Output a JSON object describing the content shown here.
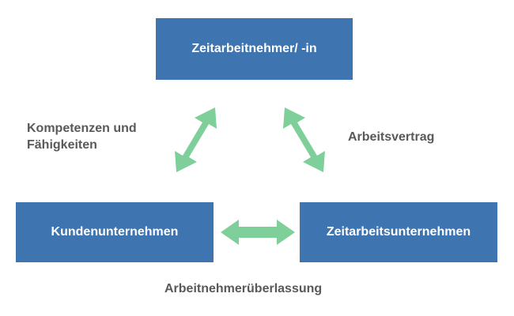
{
  "nodes": {
    "top": "Zeitarbeitnehmer/ -in",
    "left": "Kundenunternehmen",
    "right": "Zeitarbeitsunternehmen"
  },
  "relations": {
    "left_line1": "Kompetenzen und",
    "left_line2": "Fähigkeiten",
    "right": "Arbeitsvertrag",
    "bottom": "Arbeitnehmerüberlassung"
  },
  "colors": {
    "box": "#3e75b0",
    "arrow": "#7fcf9a",
    "label": "#595959"
  }
}
